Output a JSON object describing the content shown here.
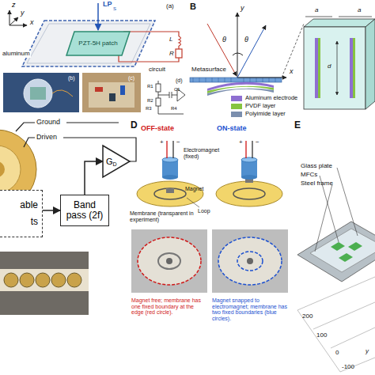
{
  "diagram": {
    "nodes": [
      {
        "text": [
          "PZT-5H patch"
        ]
      },
      {
        "text": [
          "G",
          "D"
        ]
      },
      {
        "text": [
          "Band pass (2f)"
        ]
      },
      {
        "text": [
          "able",
          "ts"
        ]
      }
    ],
    "edges": [
      {
        "from": 3,
        "to": 2,
        "arrow": "to"
      },
      {
        "from": 2,
        "to": 1,
        "arrow": "to"
      }
    ],
    "labels": [
      "z",
      "x",
      "y",
      "LP",
      "S",
      "(a)",
      "aluminum",
      "L",
      "R",
      "circuit",
      "(b)",
      "(c)",
      "(d)",
      "R1",
      "R2",
      "C1",
      "R3",
      "R4",
      "B",
      "y",
      "θ",
      "θ",
      "x",
      "Metasurface",
      "a",
      "a",
      "d",
      "Ground",
      "Driven",
      "D",
      "OFF-state",
      "ON-state",
      "+",
      "−",
      "+",
      "−",
      "Electromagnet (fixed)",
      "Membrane (transparent in experiment)",
      "Magnet",
      "Loop",
      "Magnet free; membrane has one fixed boundary at the edge (red circle).",
      "Magnet snapped to electromagnet; membrane has two fixed boundaries (blue circles).",
      "E",
      "Glass plate",
      "MFCs",
      "Steel frame",
      "200",
      "100",
      "0",
      "-100",
      "y"
    ],
    "legend": [
      {
        "text": "Aluminum electrode",
        "color": "#8e6fd1"
      },
      {
        "text": "PVDF layer",
        "color": "#86c440"
      },
      {
        "text": "Polyimide layer",
        "color": "#7b8fae"
      }
    ]
  }
}
